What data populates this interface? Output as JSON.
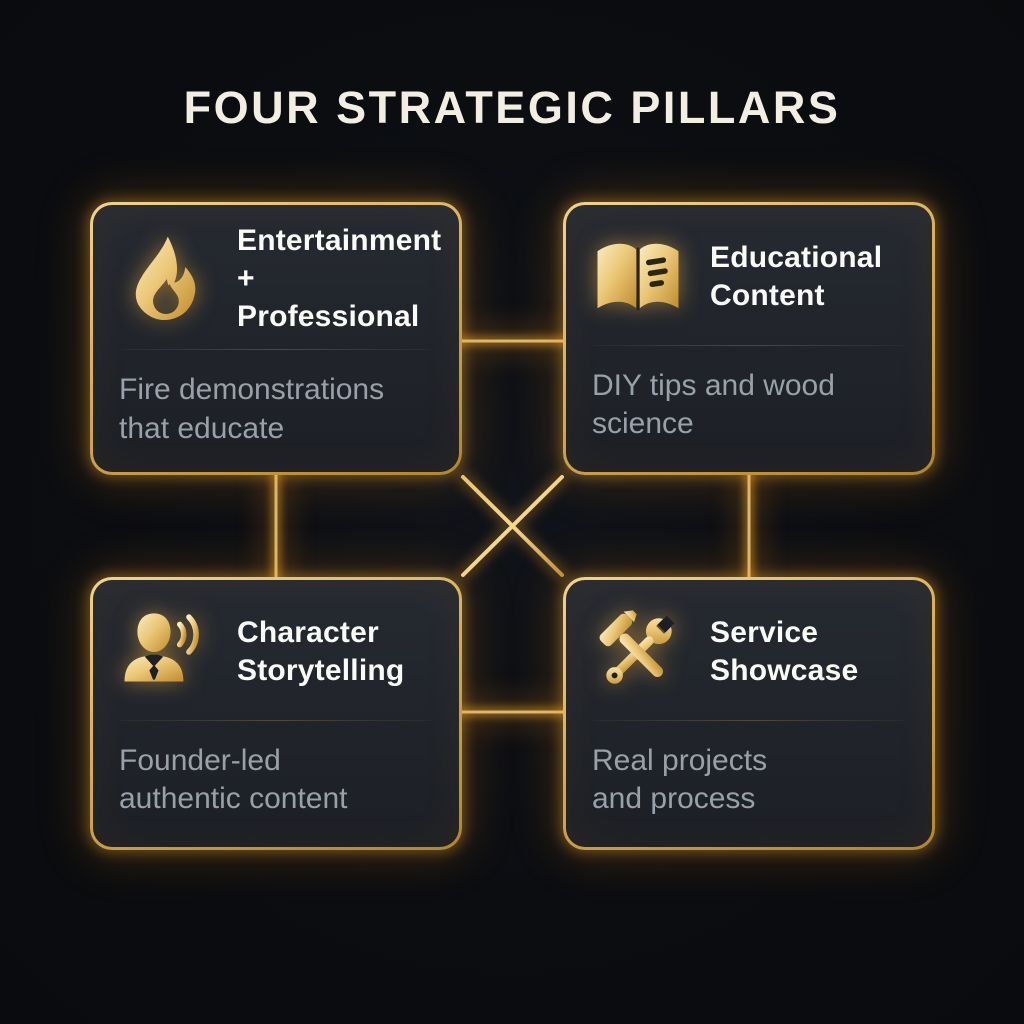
{
  "title": "FOUR STRATEGIC PILLARS",
  "colors": {
    "background": "#0b0d11",
    "card_background": "#20242b",
    "gold_accent": "#d8ad55",
    "gold_bright": "#f6d78c",
    "gold_dark": "#8a6424",
    "title_text": "#f2eee2",
    "card_title_text": "#fafaf6",
    "description_text": "#98a0aa"
  },
  "cards": [
    {
      "id": "entertainment-professional",
      "icon": "flame-icon",
      "title": "Entertainment + Professional",
      "title_lines": [
        "Entertainment",
        "+ Professional"
      ],
      "description": "Fire demonstrations that educate",
      "desc_lines": [
        "Fire demonstrations",
        "that educate"
      ]
    },
    {
      "id": "educational-content",
      "icon": "open-book-icon",
      "title": "Educational Content",
      "title_lines": [
        "Educational",
        "Content"
      ],
      "description": "DIY tips and wood science",
      "desc_lines": [
        "DIY tips and wood",
        "science"
      ]
    },
    {
      "id": "character-storytelling",
      "icon": "person-speaking-icon",
      "title": "Character Storytelling",
      "title_lines": [
        "Character",
        "Storytelling"
      ],
      "description": "Founder-led authentic content",
      "desc_lines": [
        "Founder-led",
        "authentic content"
      ]
    },
    {
      "id": "service-showcase",
      "icon": "hammer-wrench-icon",
      "title": "Service Showcase",
      "title_lines": [
        "Service",
        "Showcase"
      ],
      "description": "Real projects and process",
      "desc_lines": [
        "Real projects",
        "and process"
      ]
    }
  ]
}
